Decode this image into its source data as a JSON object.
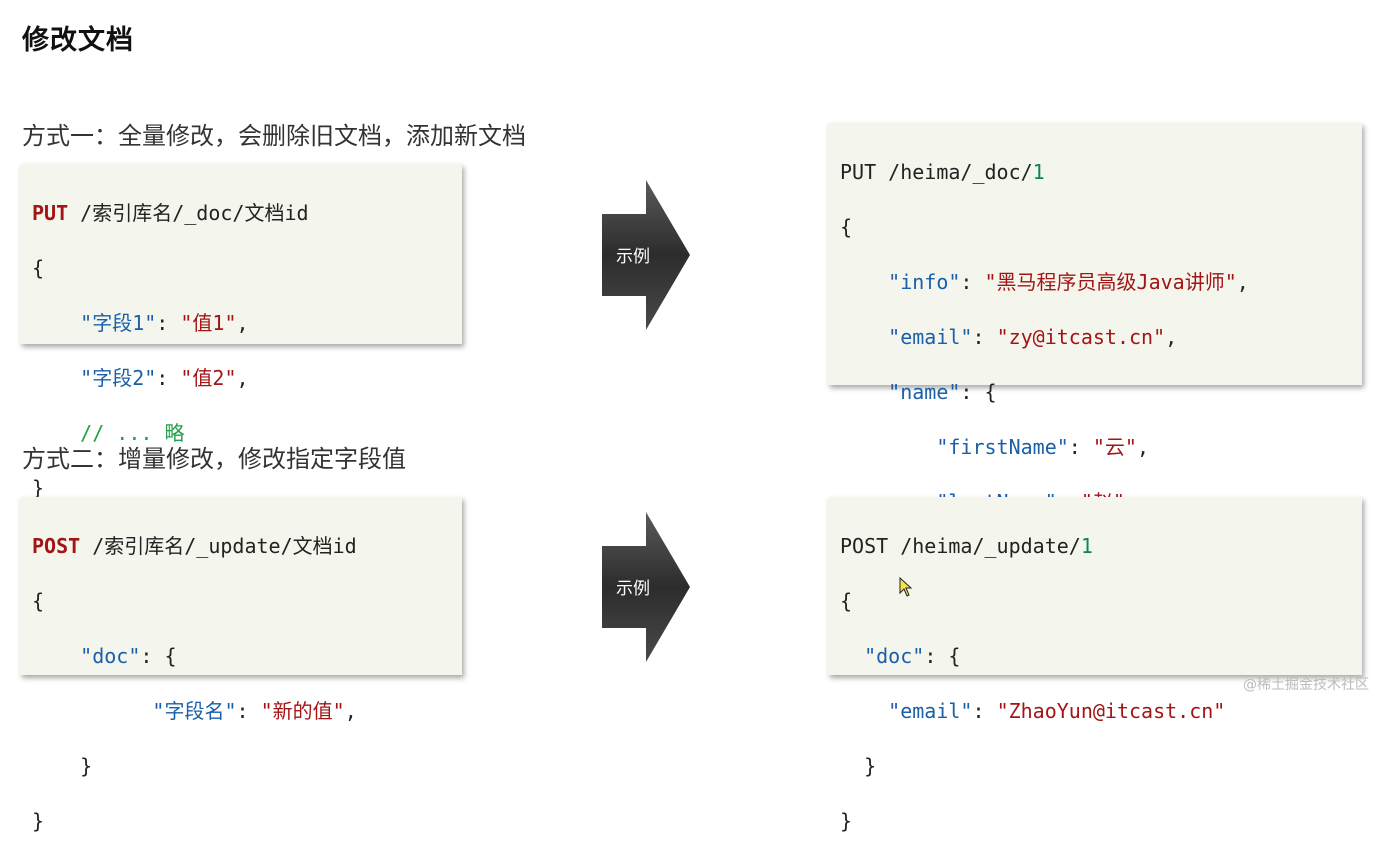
{
  "title": "修改文档",
  "method1": {
    "label": "方式一：全量修改，会删除旧文档，添加新文档",
    "syntax": {
      "method": "PUT",
      "path": " /索引库名/_doc/文档id",
      "open": "{",
      "field1_key": "\"字段1\"",
      "field1_val": "\"值1\"",
      "field2_key": "\"字段2\"",
      "field2_val": "\"值2\"",
      "comment": "// ... 略",
      "close": "}"
    },
    "example_arrow": "示例",
    "example": {
      "request": "PUT /heima/_doc/",
      "id": "1",
      "open": "{",
      "info_key": "\"info\"",
      "info_val": "\"黑马程序员高级Java讲师\"",
      "email_key": "\"email\"",
      "email_val": "\"zy@itcast.cn\"",
      "name_key": "\"name\"",
      "first_key": "\"firstName\"",
      "first_val": "\"云\"",
      "last_key": "\"lastName\"",
      "last_val": "\"赵\"",
      "inner_close": "}",
      "close": "}"
    }
  },
  "method2": {
    "label": "方式二：增量修改，修改指定字段值",
    "syntax": {
      "method": "POST",
      "path": " /索引库名/_update/文档id",
      "open": "{",
      "doc_key": "\"doc\"",
      "field_key": "\"字段名\"",
      "field_val": "\"新的值\"",
      "inner_close": "}",
      "close": "}"
    },
    "example_arrow": "示例",
    "example": {
      "request": "POST /heima/_update/",
      "id": "1",
      "open": "{",
      "doc_key": "\"doc\"",
      "email_key": "\"email\"",
      "email_val": "\"ZhaoYun@itcast.cn\"",
      "inner_close": "}",
      "close": "}"
    }
  },
  "watermark": "@稀土掘金技术社区",
  "colors": {
    "method": "#a31515",
    "key": "#1a5fa8",
    "string": "#a31515",
    "number": "#098658",
    "comment": "#22a049",
    "code_bg": "#f4f6ee"
  }
}
